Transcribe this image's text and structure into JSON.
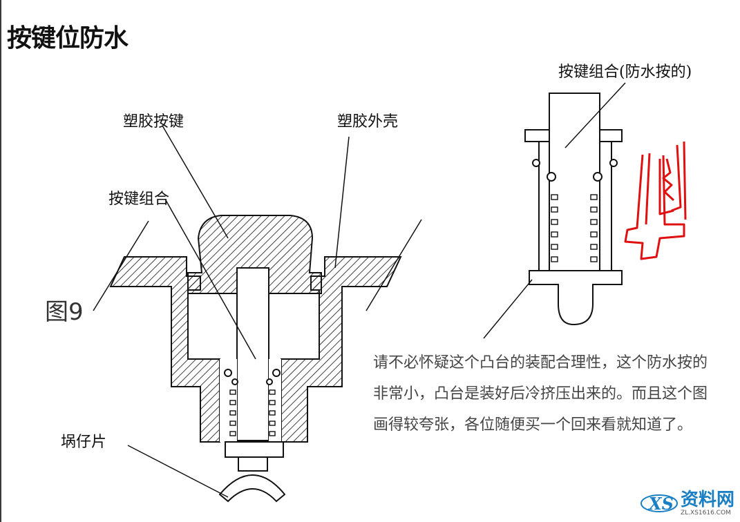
{
  "title": "按键位防水",
  "figure_label": "图9",
  "left_diagram": {
    "label_key": "塑胶按键",
    "label_shell": "塑胶外壳",
    "label_assembly": "按键组合",
    "label_clip": "埚仔片"
  },
  "right_diagram": {
    "label_assembly": "按键组合(防水按的)"
  },
  "note": {
    "line1": "请不必怀疑这个凸台的装配合理性，这个防水按的",
    "line2": "非常小，凸台是装好后冷挤压出来的。而且这个图",
    "line3": "画得较夸张，各位随便买一个回来看就知道了。"
  },
  "watermark": {
    "logo_text": "XS",
    "main": "资料网",
    "url": "ZL.XS1616.COM"
  },
  "colors": {
    "annotation_red": "#e01010",
    "watermark_blue": "#1a7fc4"
  }
}
